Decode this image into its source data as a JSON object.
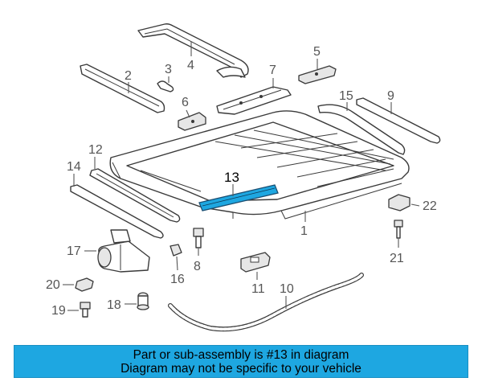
{
  "diagram": {
    "highlight_color": "#1ea7e1",
    "highlighted_part": "13",
    "labels": [
      "1",
      "2",
      "3",
      "4",
      "5",
      "6",
      "7",
      "8",
      "9",
      "10",
      "11",
      "12",
      "13",
      "14",
      "15",
      "16",
      "17",
      "18",
      "19",
      "20",
      "21",
      "22"
    ]
  },
  "banner": {
    "line1": "Part or sub-assembly is #13 in diagram",
    "line2": "Diagram may not be specific to your vehicle",
    "background": "#1ea7e1"
  }
}
